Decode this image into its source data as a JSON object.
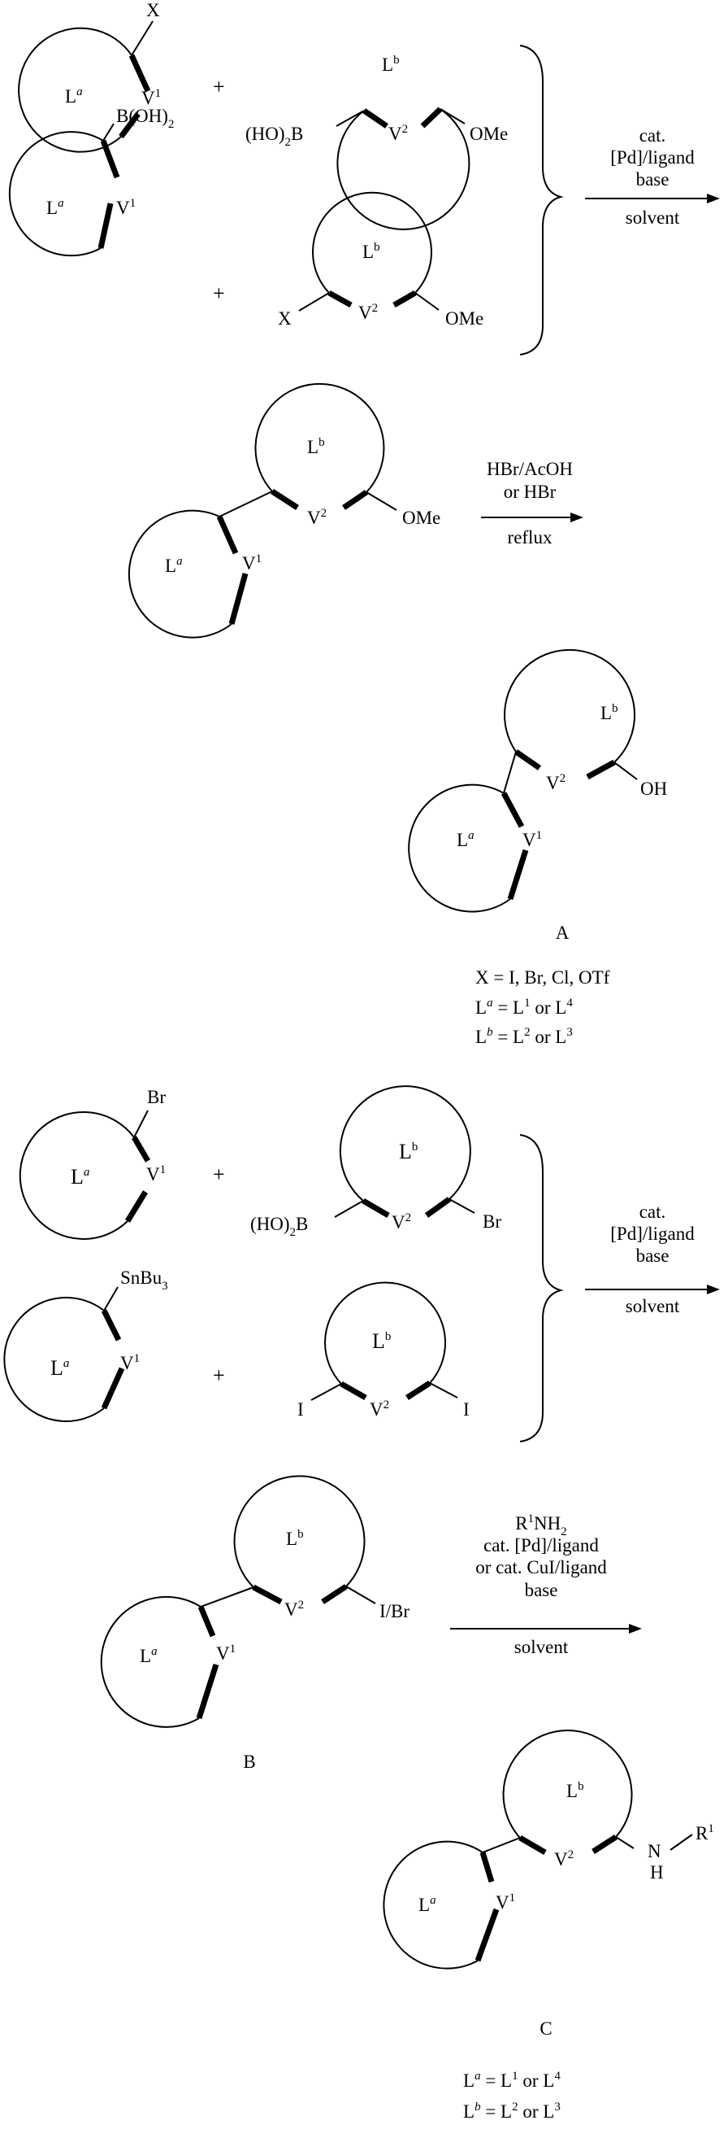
{
  "scheme": {
    "symbols": {
      "x": "X",
      "la_base": "L",
      "la_sup": "a",
      "lb_base": "L",
      "lb_sup": "b",
      "v": "V",
      "one": "1",
      "two": "2",
      "plus": "+",
      "ome": "OMe",
      "oh": "OH",
      "boh2_left": "(HO)",
      "boh2_right": "B",
      "boh2_sub": "2",
      "b_oh2_main": "B(OH)",
      "b_oh2_sub": "2",
      "br": "Br",
      "i": "I",
      "sn_main": "SnBu",
      "sn_sub": "3",
      "ibr": "I/Br",
      "n": "N",
      "h": "H",
      "r": "R"
    },
    "conditions": {
      "suzuki": [
        "cat.",
        "[Pd]/ligand",
        "base",
        "solvent"
      ],
      "deprotect": [
        "HBr/AcOH",
        "or HBr",
        "reflux"
      ],
      "amination": [
        "R",
        "NH",
        "cat. [Pd]/ligand",
        "or cat. CuI/ligand",
        "base",
        "solvent"
      ],
      "amination_sup": "1",
      "amination_sub": "2"
    },
    "labels": {
      "a": "A",
      "b": "B",
      "c": "C"
    },
    "notes": {
      "x_def": "X = I, Br, Cl, OTf",
      "la_prefix": "L",
      "la_sup": "a",
      "la_eq": " = L",
      "la_v1": "1",
      "la_or": " or L",
      "la_v2": "4",
      "lb_prefix": "L",
      "lb_sup": "b",
      "lb_eq": " = L",
      "lb_v1": "2",
      "lb_or": " or L",
      "lb_v2": "3"
    }
  }
}
